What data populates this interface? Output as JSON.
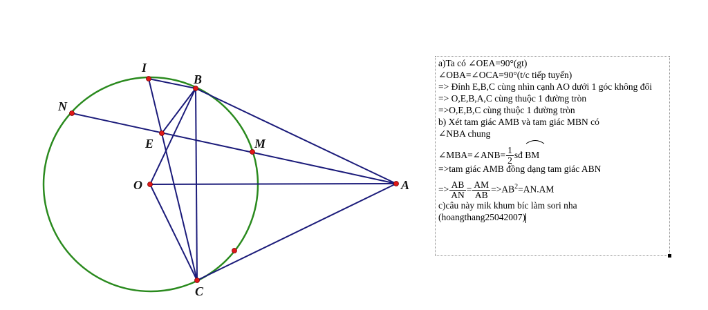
{
  "colors": {
    "circle": "#2a8a1e",
    "segments": "#1b1b7a",
    "points": "#e01818",
    "label_text": "#111111"
  },
  "figure": {
    "labels": {
      "I": "I",
      "B": "B",
      "N": "N",
      "E": "E",
      "M": "M",
      "O": "O",
      "A": "A",
      "C": "C"
    }
  },
  "note": {
    "l1": "a)Ta có ∠OEA=90°(gt)",
    "l2": "∠OBA=∠OCA=90°(t/c tiếp tuyến)",
    "l3": "=> Đỉnh E,B,C cùng nhìn cạnh AO dưới 1 góc không đổi",
    "l4": "=> O,E,B,A,C cùng thuộc 1 đường tròn",
    "l5": "=>O,E,B,C cùng thuộc 1 đường tròn",
    "l6": "b) Xét tam giác AMB và tam giác MBN có",
    "l7": "∠NBA chung",
    "l8_pre": "∠MBA=∠ANB=",
    "l8_num": "1",
    "l8_den": "2",
    "l8_sd": "sđ",
    "l8_arc": "BM",
    "l9": "=>tam giác AMB đồng dạng tam giác ABN",
    "l10_pre": "=>",
    "l10_f1_num": "AB",
    "l10_f1_den": "AN",
    "l10_eq": "=",
    "l10_f2_num": "AM",
    "l10_f2_den": "AB",
    "l10_post_a": "=>AB",
    "l10_sup": "2",
    "l10_post_b": "=AN.AM",
    "l11": "c)câu này mik khum bíc làm sori nha",
    "l12": "(hoangthang25042007)"
  }
}
